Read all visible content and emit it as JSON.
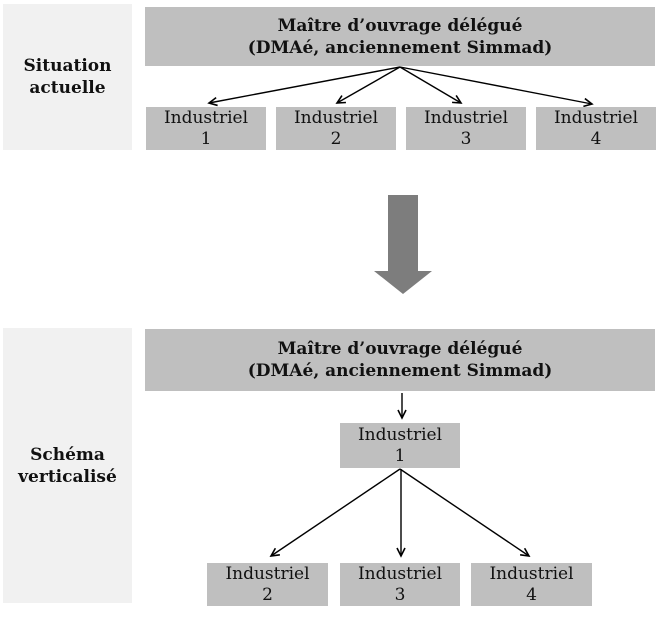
{
  "colors": {
    "node_fill": "#bfbfbf",
    "section_label_fill": "#f1f1f1",
    "transition_arrow_fill": "#7d7d7d",
    "connector_stroke": "#000000"
  },
  "top_section": {
    "label_line1": "Situation",
    "label_line2": "actuelle",
    "header_line1": "Maître d’ouvrage délégué",
    "header_line2": "(DMAé, anciennement Simmad)",
    "children": [
      {
        "line1": "Industriel",
        "line2": "1"
      },
      {
        "line1": "Industriel",
        "line2": "2"
      },
      {
        "line1": "Industriel",
        "line2": "3"
      },
      {
        "line1": "Industriel",
        "line2": "4"
      }
    ]
  },
  "bottom_section": {
    "label_line1": "Schéma",
    "label_line2": "verticalisé",
    "header_line1": "Maître d’ouvrage délégué",
    "header_line2": "(DMAé, anciennement Simmad)",
    "prime": {
      "line1": "Industriel",
      "line2": "1"
    },
    "children": [
      {
        "line1": "Industriel",
        "line2": "2"
      },
      {
        "line1": "Industriel",
        "line2": "3"
      },
      {
        "line1": "Industriel",
        "line2": "4"
      }
    ]
  }
}
